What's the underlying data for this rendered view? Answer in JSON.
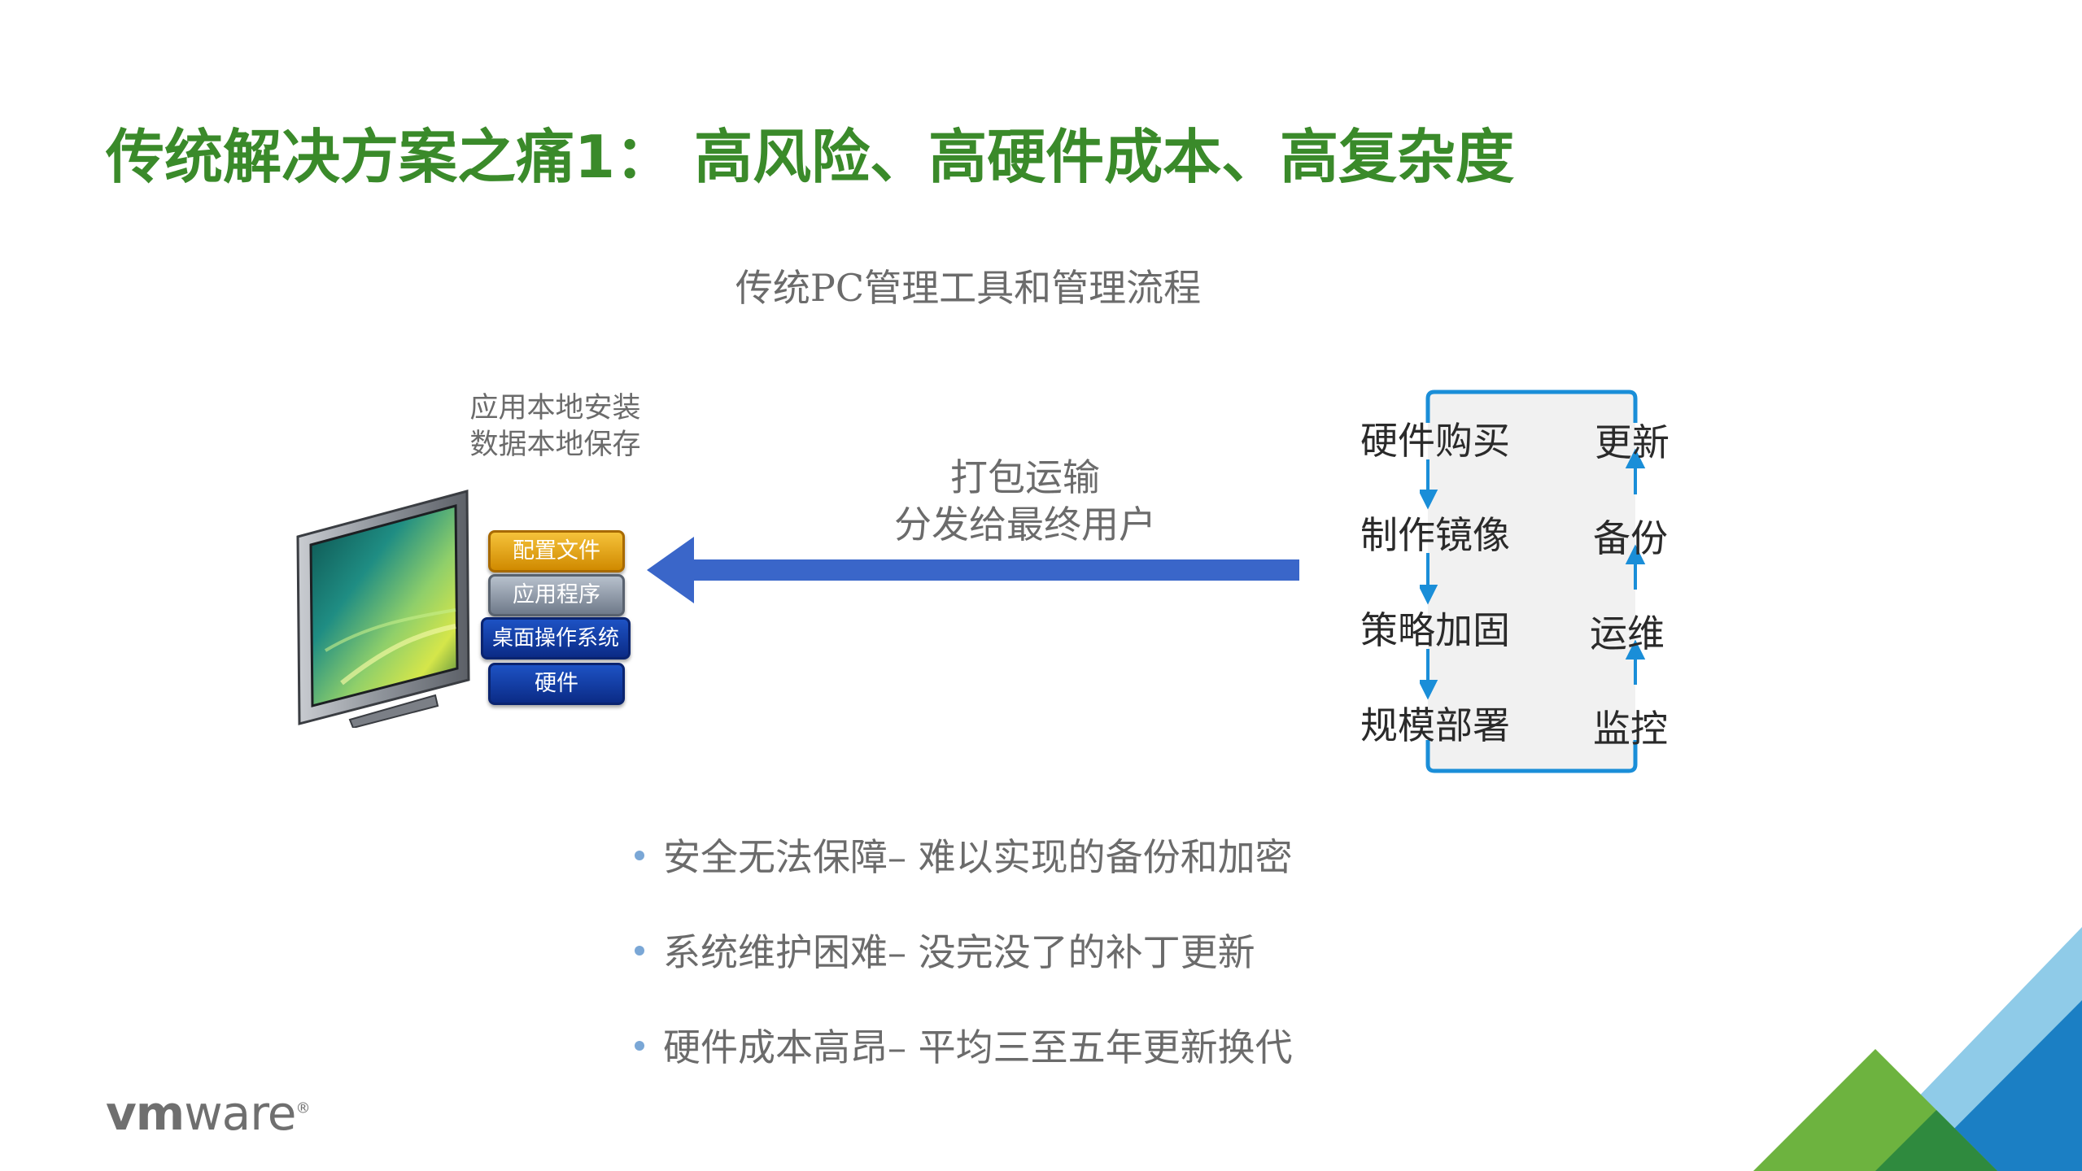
{
  "slide": {
    "title": "传统解决方案之痛1： 高风险、高硬件成本、高复杂度",
    "subtitle": "传统PC管理工具和管理流程"
  },
  "local": {
    "caption_line1": "应用本地安装",
    "caption_line2": "数据本地保存"
  },
  "stack": {
    "config": "配置文件",
    "apps": "应用程序",
    "os": "桌面操作系统",
    "hardware": "硬件"
  },
  "transport": {
    "line1": "打包运输",
    "line2": "分发给最终用户"
  },
  "process": {
    "left": [
      "硬件购买",
      "制作镜像",
      "策略加固",
      "规模部署"
    ],
    "right": [
      "更新",
      "备份",
      "运维",
      "监控"
    ]
  },
  "bullets": [
    "安全无法保障– 难以实现的备份和加密",
    "系统维护困难– 没完没了的补丁更新",
    "硬件成本高昂– 平均三至五年更新换代"
  ],
  "footer": {
    "logo_vm": "vm",
    "logo_ware": "ware"
  },
  "colors": {
    "title_green": "#3a8a2a",
    "arrow_blue": "#3a66c9",
    "process_blue": "#1a8ed8",
    "corner_light_blue": "#8fcbe8",
    "corner_blue": "#1b7fc4",
    "corner_green": "#6db33f",
    "corner_dark_green": "#2f8a3e"
  }
}
